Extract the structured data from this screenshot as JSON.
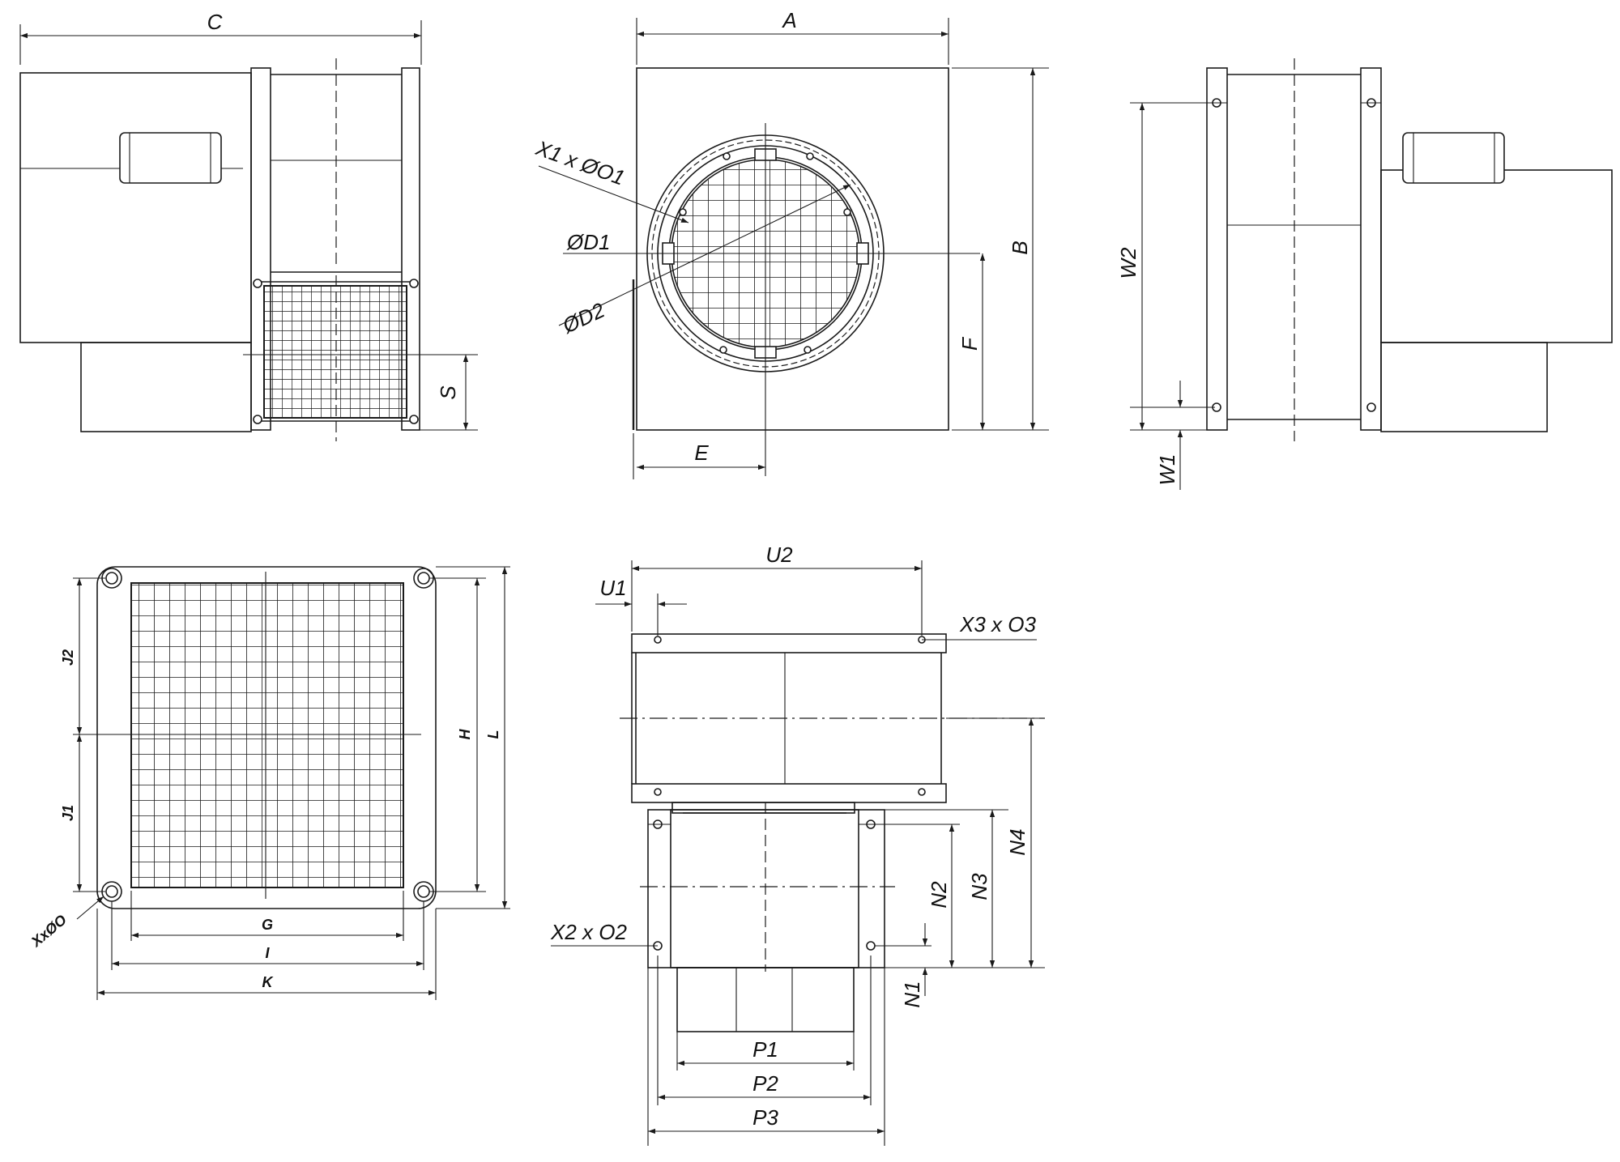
{
  "drawing": {
    "labels": {
      "C": "C",
      "A": "A",
      "B": "B",
      "E": "E",
      "F": "F",
      "S": "S",
      "X1_O1": "X1 x ØO1",
      "D1": "ØD1",
      "D2": "ØD2",
      "W1": "W1",
      "W2": "W2",
      "J1": "J1",
      "J2": "J2",
      "H": "H",
      "L": "L",
      "G": "G",
      "I": "I",
      "K": "K",
      "XxO": "XxØO",
      "U1": "U1",
      "U2": "U2",
      "X3_O3": "X3 x O3",
      "X2_O2": "X2 x O2",
      "N1": "N1",
      "N2": "N2",
      "N3": "N3",
      "N4": "N4",
      "P1": "P1",
      "P2": "P2",
      "P3": "P3"
    }
  }
}
